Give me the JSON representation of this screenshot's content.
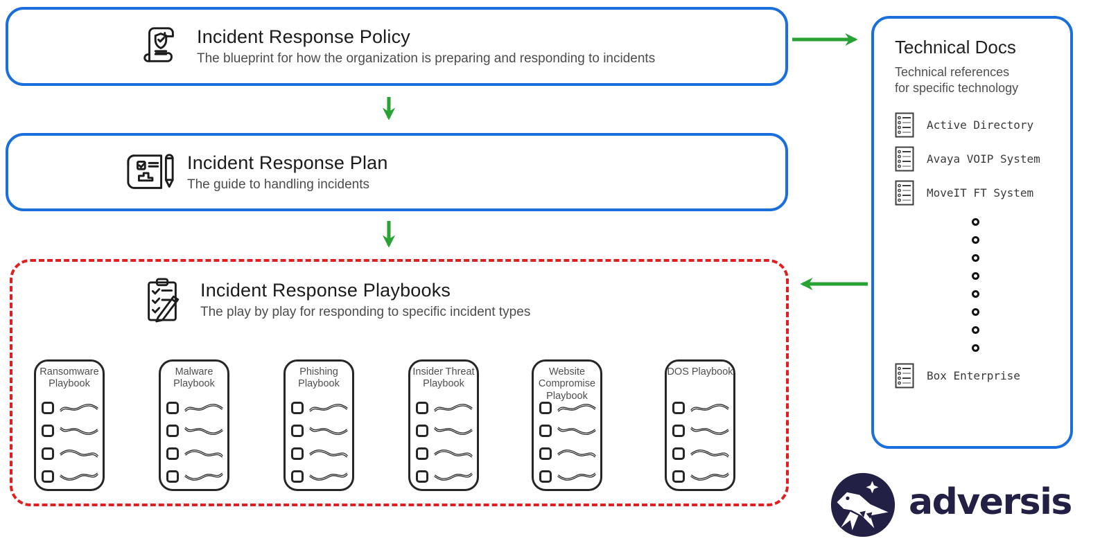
{
  "palette": {
    "blue": "#1a6fdc",
    "green": "#27a233",
    "red": "#e02020",
    "ink": "#1c1c1c",
    "navy": "#232046"
  },
  "policy": {
    "title": "Incident Response Policy",
    "subtitle": "The blueprint for how the organization is preparing and responding to incidents"
  },
  "plan": {
    "title": "Incident Response Plan",
    "subtitle": "The guide to handling incidents"
  },
  "playbooks": {
    "title": "Incident Response Playbooks",
    "subtitle": "The play by play for responding to specific incident types",
    "rows_per_card": 4,
    "cards": [
      {
        "title": "Ransomware Playbook"
      },
      {
        "title": "Malware Playbook"
      },
      {
        "title": "Phishing Playbook"
      },
      {
        "title": "Insider Threat Playbook"
      },
      {
        "title": "Website Compromise Playbook"
      },
      {
        "title": "DOS Playbook"
      }
    ]
  },
  "technical_docs": {
    "title": "Technical Docs",
    "subtitle": "Technical references for specific technology",
    "items": [
      "Active Directory",
      "Avaya VOIP System",
      "MoveIT FT System"
    ],
    "ellipsis_count": 8,
    "last_item": "Box Enterprise"
  },
  "logo": {
    "text": "adversis"
  }
}
